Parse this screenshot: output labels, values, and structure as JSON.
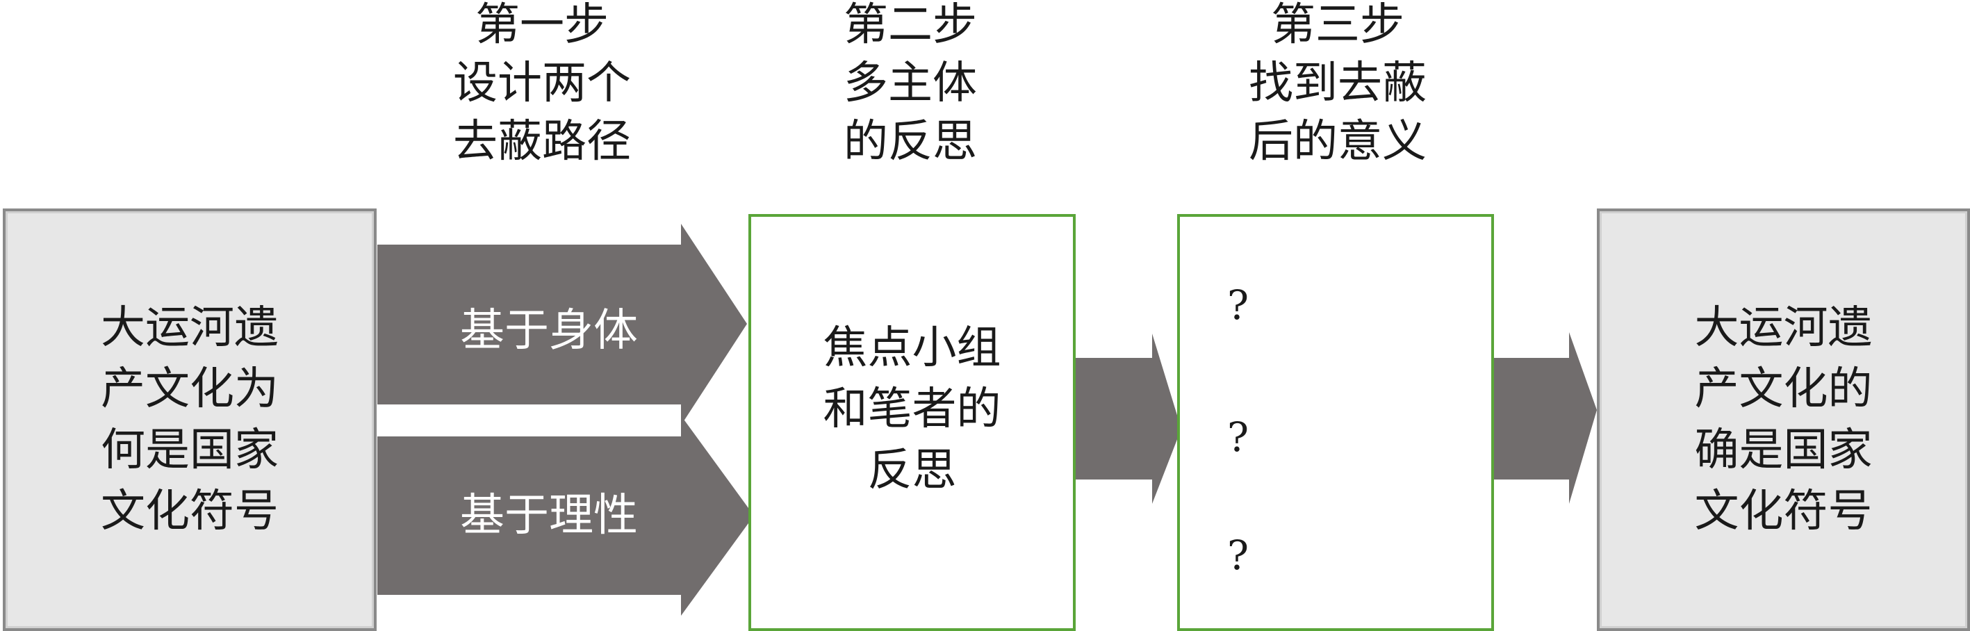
{
  "steps": [
    {
      "line1": "第一步",
      "line2": "设计两个",
      "line3": "去蔽路径"
    },
    {
      "line1": "第二步",
      "line2": "多主体",
      "line3": "的反思"
    },
    {
      "line1": "第三步",
      "line2": "找到去蔽",
      "line3": "后的意义"
    }
  ],
  "left_box": {
    "lines": [
      "大运河遗",
      "产文化为",
      "何是国家",
      "文化符号"
    ]
  },
  "paths": {
    "upper": "基于身体",
    "lower": "基于理性"
  },
  "middle_box": {
    "lines": [
      "焦点小组",
      "和笔者的",
      "反思"
    ]
  },
  "question_box": {
    "marks": [
      "?",
      "?",
      "?"
    ]
  },
  "right_box": {
    "lines": [
      "大运河遗",
      "产文化的",
      "确是国家",
      "文化符号"
    ]
  },
  "colors": {
    "arrow": "#716d6d",
    "green_border": "#5aa539",
    "gray_fill": "#e7e7e7"
  }
}
